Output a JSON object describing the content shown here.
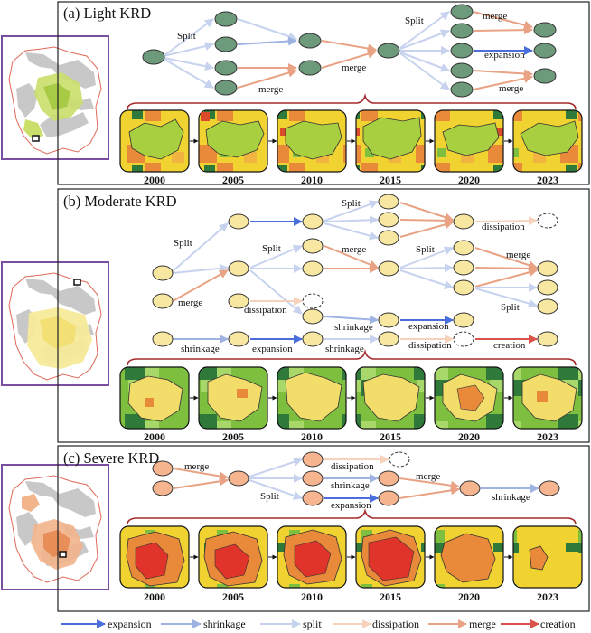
{
  "colors": {
    "expansion": "#4a6fdc",
    "shrinkage": "#9fb3e3",
    "split": "#c7d3ee",
    "dissipation": "#f6d2bd",
    "merge": "#e9a384",
    "creation": "#d9534a",
    "light_node": "#6e9a7c",
    "moderate_node": "#f8e7a0",
    "severe_node": "#f6b48f",
    "panel_border": "#222222",
    "brace": "#a52a2a",
    "map_frame": "#7b4fa0"
  },
  "panels": [
    {
      "title": "(a) Light KRD",
      "flow_labels": [
        "Split",
        "merge",
        "merge",
        "Split",
        "merge",
        "expansion",
        "merge"
      ],
      "years": [
        "2000",
        "2005",
        "2010",
        "2015",
        "2020",
        "2023"
      ]
    },
    {
      "title": "(b) Moderate KRD",
      "flow_labels": [
        "Split",
        "merge",
        "Split",
        "dissipation",
        "Split",
        "merge",
        "shrinkage",
        "dissipation",
        "Split",
        "merge",
        "Split",
        "shrinkage",
        "expansion",
        "shrinkage",
        "expansion",
        "dissipation",
        "creation"
      ],
      "years": [
        "2000",
        "2005",
        "2010",
        "2015",
        "2020",
        "2023"
      ]
    },
    {
      "title": "(c) Severe KRD",
      "flow_labels": [
        "merge",
        "dissipation",
        "shrinkage",
        "Split",
        "expansion",
        "merge",
        "shrinkage"
      ],
      "years": [
        "2000",
        "2005",
        "2010",
        "2015",
        "2020",
        "2023"
      ]
    }
  ],
  "legend": [
    {
      "label": "expansion",
      "color": "#4a6fdc"
    },
    {
      "label": "shrinkage",
      "color": "#9fb3e3"
    },
    {
      "label": "split",
      "color": "#c7d3ee"
    },
    {
      "label": "dissipation",
      "color": "#f6d2bd"
    },
    {
      "label": "merge",
      "color": "#e9a384"
    },
    {
      "label": "creation",
      "color": "#d9534a"
    }
  ]
}
